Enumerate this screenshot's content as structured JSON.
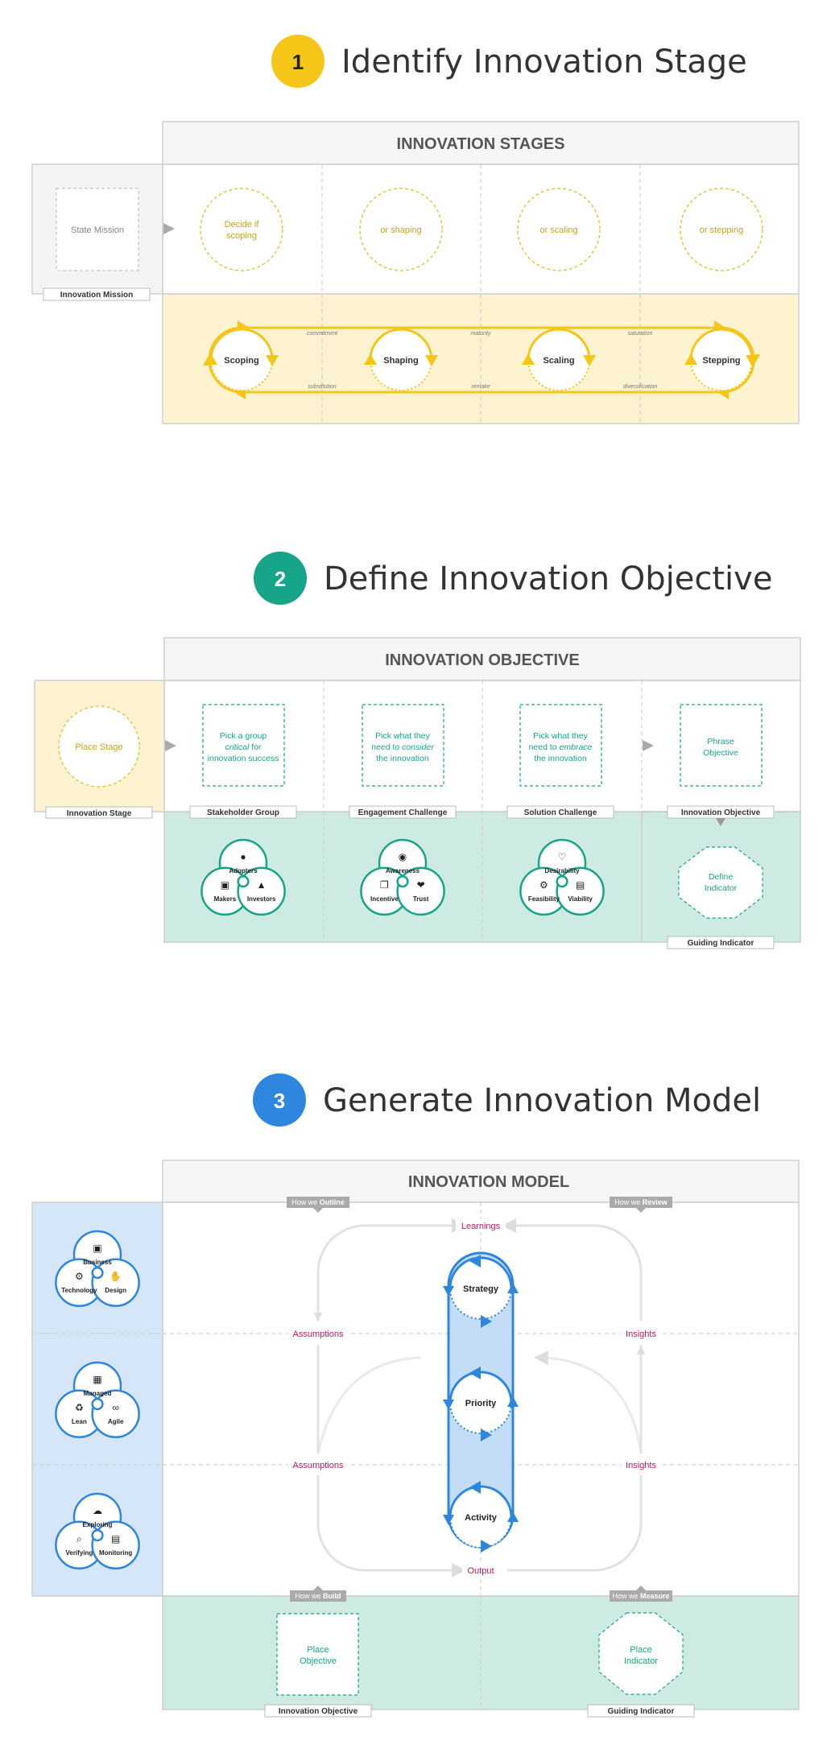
{
  "section1": {
    "number": "1",
    "title": "Identify Innovation Stage",
    "badge_color": "#F5C518",
    "header": "INNOVATION STAGES",
    "mission_placeholder": "State Mission",
    "mission_label": "Innovation Mission",
    "options": [
      "Decide if",
      "scoping",
      "or shaping",
      "or scaling",
      "or stepping"
    ],
    "stages": [
      "Scoping",
      "Shaping",
      "Scaling",
      "Stepping"
    ],
    "forward_transitions": [
      "commitment",
      "maturity",
      "saturation"
    ],
    "backward_transitions": [
      "substitution",
      "remake",
      "diversification"
    ]
  },
  "section2": {
    "number": "2",
    "title": "Define Innovation Objective",
    "badge_color": "#17A589",
    "header": "INNOVATION OBJECTIVE",
    "stage_placeholder": "Place Stage",
    "stage_label": "Innovation Stage",
    "col_labels": [
      "Stakeholder Group",
      "Engagement Challenge",
      "Solution Challenge",
      "Innovation Objective"
    ],
    "prompts": {
      "stakeholder": [
        "Pick a group",
        "critical",
        " for",
        "innovation success"
      ],
      "engagement": [
        "Pick what they",
        "need to ",
        "consider",
        "the innovation"
      ],
      "solution": [
        "Pick what they",
        "need to ",
        "embrace",
        "the innovation"
      ],
      "objective": [
        "Phrase",
        "Objective"
      ]
    },
    "indicator_prompt": [
      "Define",
      "Indicator"
    ],
    "indicator_label": "Guiding Indicator",
    "venns": [
      [
        "Adopters",
        "Makers",
        "Investors"
      ],
      [
        "Awareness",
        "Incentive",
        "Trust"
      ],
      [
        "Desirability",
        "Feasibility",
        "Viability"
      ]
    ]
  },
  "section3": {
    "number": "3",
    "title": "Generate Innovation Model",
    "badge_color": "#2E86DE",
    "header": "INNOVATION MODEL",
    "tags": [
      "How we ",
      "Outline",
      "How we ",
      "Review",
      "How we ",
      "Build",
      "How we ",
      "Measure"
    ],
    "loop_labels": [
      "Learnings",
      "Assumptions",
      "Insights",
      "Assumptions",
      "Insights",
      "Output"
    ],
    "pill_stages": [
      "Strategy",
      "Priority",
      "Activity"
    ],
    "venns": [
      [
        "Business",
        "Technology",
        "Design"
      ],
      [
        "Managed",
        "Lean",
        "Agile"
      ],
      [
        "Exploring",
        "Verifying",
        "Monitoring"
      ]
    ],
    "bottom_prompts": [
      [
        "Place",
        "Objective"
      ],
      [
        "Place",
        "Indicator"
      ]
    ],
    "bottom_labels": [
      "Innovation Objective",
      "Guiding Indicator"
    ]
  }
}
